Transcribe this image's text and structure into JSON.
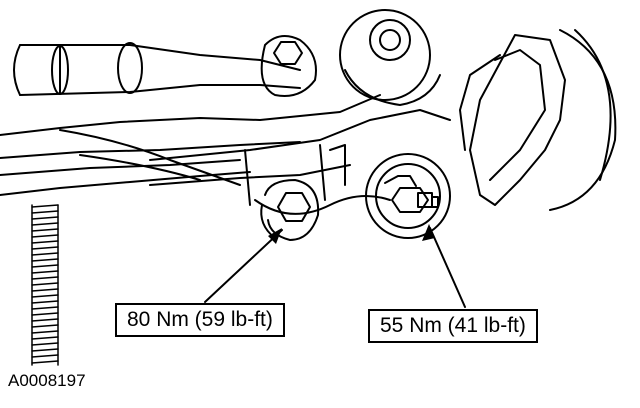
{
  "callouts": {
    "left_torque": "80 Nm (59 lb-ft)",
    "right_torque": "55 Nm (41 lb-ft)"
  },
  "figure_id": "A0008197",
  "colors": {
    "line": "#000000",
    "background": "#ffffff"
  },
  "icons": [
    "hex-bolt-icon",
    "nut-bolt-icon",
    "threaded-rod-icon"
  ]
}
